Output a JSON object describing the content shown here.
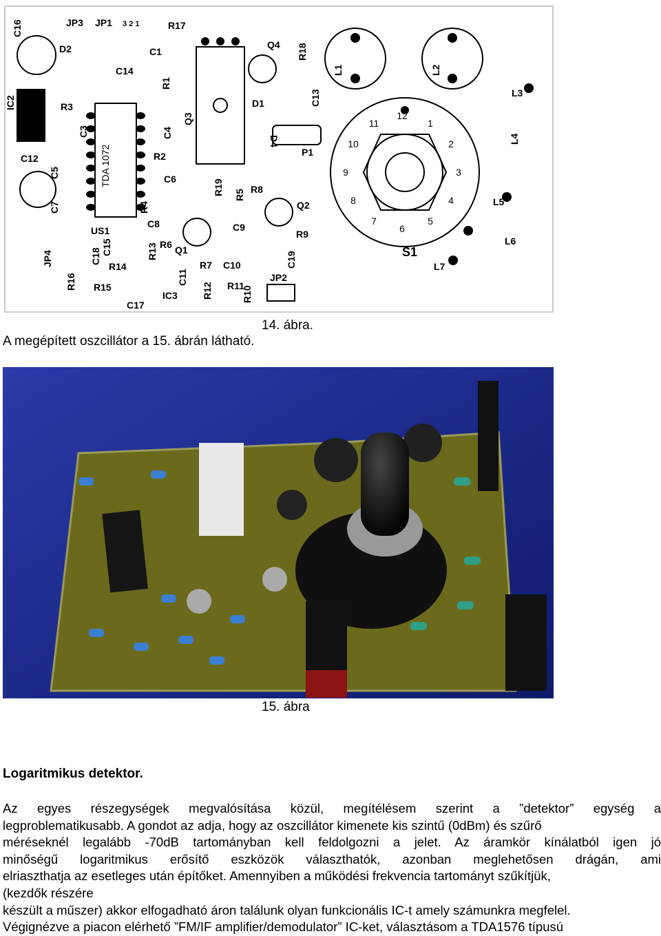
{
  "figure14": {
    "caption": "14. ábra.",
    "pcb_labels": {
      "c16": "C16",
      "jp3": "JP3",
      "jp1": "JP1",
      "jp1_pins": "3 2 1",
      "r17": "R17",
      "q4": "Q4",
      "r18": "R18",
      "l1": "L1",
      "l2": "L2",
      "l3": "L3",
      "d2": "D2",
      "c14": "C14",
      "c1": "C1",
      "r1": "R1",
      "c13": "C13",
      "ic2": "IC2",
      "r3": "R3",
      "c3": "C3",
      "c4": "C4",
      "tda": "TDA 1072",
      "q3": "Q3",
      "d1": "D1",
      "d4": "D4",
      "p1": "P1",
      "c12": "C12",
      "c5": "C5",
      "r2": "R2",
      "c6": "C6",
      "r19": "R19",
      "r5": "R5",
      "r8": "R8",
      "q2": "Q2",
      "l4": "L4",
      "l5": "L5",
      "l6": "L6",
      "l7": "L7",
      "c7": "C7",
      "r4": "R4",
      "c8": "C8",
      "us1": "US1",
      "c9": "C9",
      "r9": "R9",
      "jp4": "JP4",
      "c18": "C18",
      "c15": "C15",
      "r13": "R13",
      "r6": "R6",
      "q1": "Q1",
      "r7": "R7",
      "c10": "C10",
      "c19": "C19",
      "r14": "R14",
      "r16": "R16",
      "r15": "R15",
      "c17": "C17",
      "ic3": "IC3",
      "c11": "C11",
      "r12": "R12",
      "r11": "R11",
      "r10": "R10",
      "jp2": "JP2",
      "s1": "S1",
      "switch_positions": [
        "1",
        "2",
        "3",
        "4",
        "5",
        "6",
        "7",
        "8",
        "9",
        "10",
        "11",
        "12"
      ]
    }
  },
  "intro_line": "A megépített oszcillátor a 15. ábrán látható.",
  "figure15": {
    "caption": "15. ábra"
  },
  "section_heading": "Logaritmikus detektor.",
  "paragraph_lines": [
    "Az egyes részegységek megvalósítása közül, megítélésem szerint a ”detektor” egység a",
    "legproblematikusabb. A gondot az adja, hogy az oszcillátor kimenete kis szintű (0dBm) és szűrő",
    "méréseknél legalább -70dB tartományban kell feldolgozni a jelet. Az áramkör kínálatból igen jó",
    "minőségű logaritmikus erősítő eszközök választhatók, azonban meglehetősen drágán, ami",
    "elriaszthatja az esetleges után építőket. Amennyiben a működési frekvencia tartományt szűkítjük,",
    "(kezdők részére",
    "készült a műszer) akkor elfogadható áron találunk olyan funkcionális IC-t amely számunkra megfelel.",
    "Végignézve a piacon elérhető ”FM/IF amplifier/demodulator” IC-ket, választásom a TDA1576 típusú"
  ],
  "colors": {
    "pcb_substrate": "#6b6a1c",
    "photo_background": "#1a2a8a",
    "resistor_blue": "#3a7fd0",
    "copper_pad": "#c0c0b8"
  }
}
